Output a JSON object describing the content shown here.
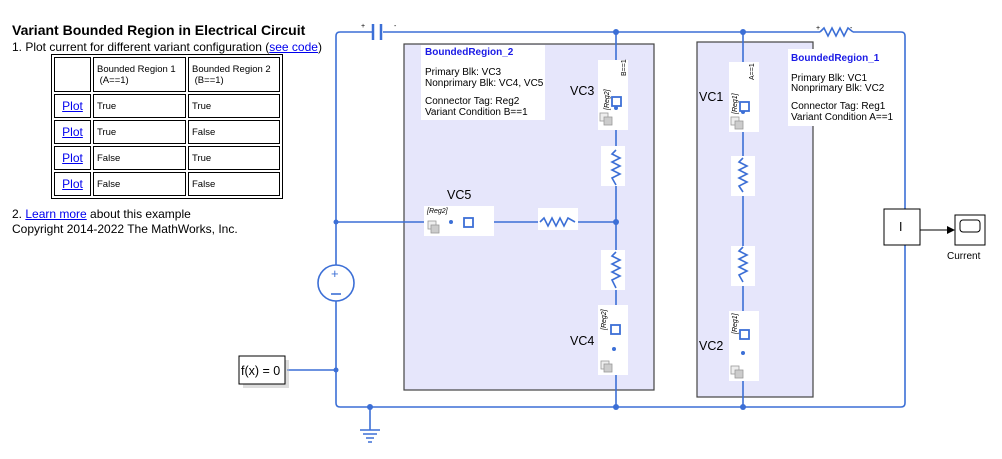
{
  "header": {
    "title": "Variant Bounded Region in Electrical Circuit",
    "line1_prefix": "1. Plot current for different variant configuration (",
    "line1_link": "see code",
    "line1_suffix": ")",
    "line2_prefix": "2. ",
    "line2_link": "Learn more",
    "line2_suffix": " about this example",
    "copyright": "Copyright 2014-2022 The MathWorks, Inc."
  },
  "config_table": {
    "headers": [
      "",
      "Bounded Region 1",
      "Bounded Region 2"
    ],
    "header_conditions": [
      "",
      "(A==1)",
      "(B==1)"
    ],
    "rows": [
      {
        "link": "Plot",
        "region1": "True",
        "region2": "True"
      },
      {
        "link": "Plot",
        "region1": "True",
        "region2": "False"
      },
      {
        "link": "Plot",
        "region1": "False",
        "region2": "True"
      },
      {
        "link": "Plot",
        "region1": "False",
        "region2": "False"
      }
    ]
  },
  "diagram": {
    "wire_color": "#3c6fd6",
    "region_fill": "#e6e6fb",
    "region2": {
      "title": "BoundedRegion_2",
      "primary": "Primary Blk: VC3",
      "nonprimary": "Nonprimary Blk: VC4, VC5",
      "tag": "Connector Tag: Reg2",
      "condition": "Variant Condition B==1"
    },
    "region1": {
      "title": "BoundedRegion_1",
      "primary": "Primary Blk: VC1",
      "nonprimary": "Nonprimary Blk: VC2",
      "tag": "Connector Tag: Reg1",
      "condition": "Variant Condition A==1"
    },
    "connectors": {
      "vc3": {
        "name": "VC3",
        "cond": "B==1",
        "tag": "[Reg2]"
      },
      "vc5": {
        "name": "VC5",
        "tag": "[Reg2]"
      },
      "vc4": {
        "name": "VC4",
        "tag": "[Reg2]"
      },
      "vc1": {
        "name": "VC1",
        "cond": "A==1",
        "tag": "[Reg1]"
      },
      "vc2": {
        "name": "VC2",
        "tag": "[Reg1]"
      }
    },
    "fx_block": "f(x) = 0",
    "current_sensor": "I",
    "scope_label": "Current",
    "plus": "+",
    "minus": "-"
  }
}
